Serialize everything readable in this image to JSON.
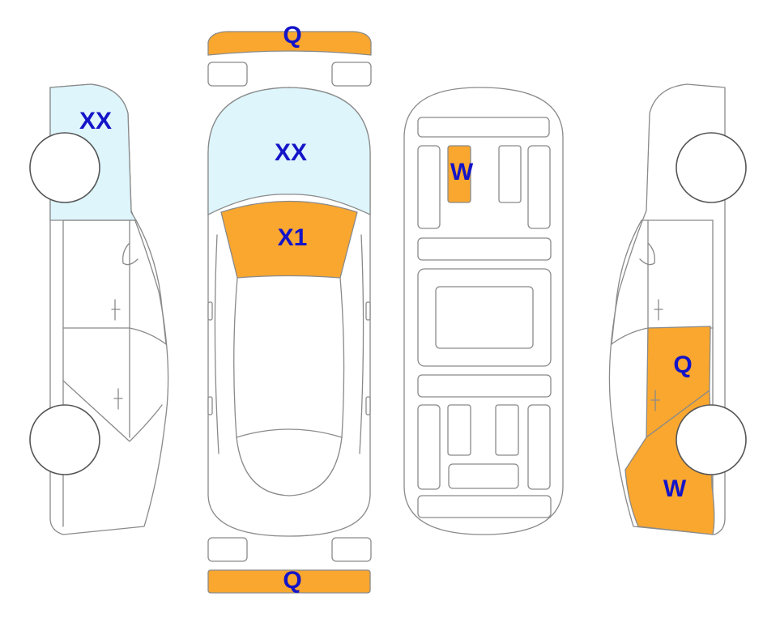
{
  "colors": {
    "damage_fill": "#f9a72f",
    "glass_fill": "#ddf5fb",
    "outline": "#8a8a8a",
    "label": "#1414c8"
  },
  "labels": {
    "front_bumper": "Q",
    "rear_bumper": "Q",
    "windshield": "XX",
    "hood": "X1",
    "left_side_front": "XX",
    "underbody_panel": "W",
    "right_side_rear_door": "Q",
    "right_side_rear_quarter": "W"
  }
}
